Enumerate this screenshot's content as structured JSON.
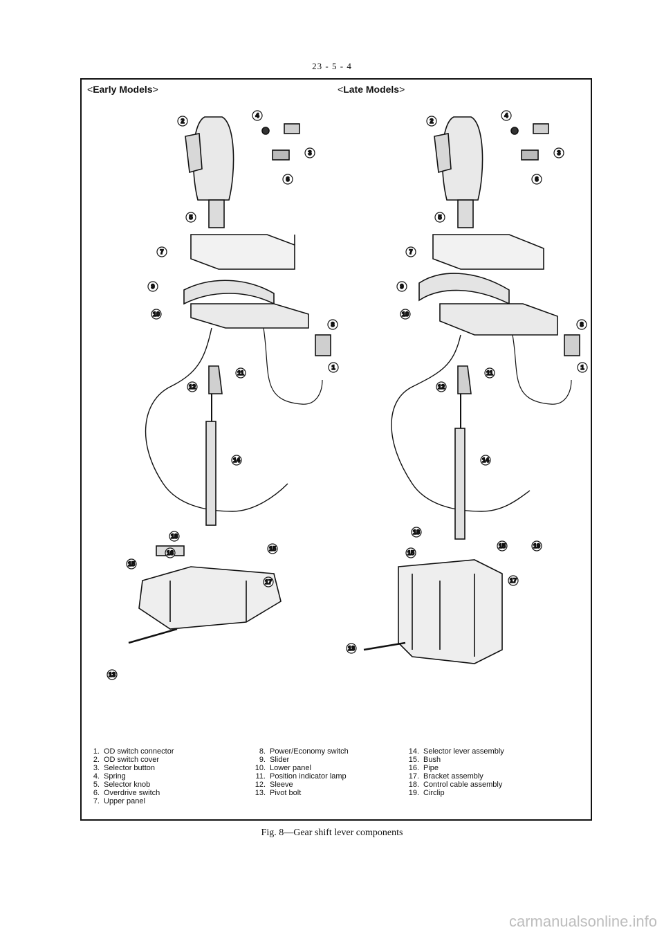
{
  "page_number": "23 - 5 - 4",
  "headings": {
    "early": "Early Models",
    "late": "Late Models"
  },
  "callouts": {
    "early": [
      "2",
      "4",
      "3",
      "6",
      "5",
      "7",
      "9",
      "10",
      "8",
      "1",
      "11",
      "12",
      "14",
      "18",
      "16",
      "15",
      "15",
      "17",
      "13"
    ],
    "late": [
      "2",
      "4",
      "3",
      "6",
      "5",
      "7",
      "9",
      "10",
      "8",
      "1",
      "11",
      "12",
      "14",
      "18",
      "15",
      "19",
      "15",
      "17",
      "13"
    ]
  },
  "legend": {
    "col1": [
      {
        "num": "1.",
        "label": "OD switch connector"
      },
      {
        "num": "2.",
        "label": "OD switch cover"
      },
      {
        "num": "3.",
        "label": "Selector button"
      },
      {
        "num": "4.",
        "label": "Spring"
      },
      {
        "num": "5.",
        "label": "Selector knob"
      },
      {
        "num": "6.",
        "label": "Overdrive switch"
      },
      {
        "num": "7.",
        "label": "Upper panel"
      }
    ],
    "col2": [
      {
        "num": "8.",
        "label": "Power/Economy switch"
      },
      {
        "num": "9.",
        "label": "Slider"
      },
      {
        "num": "10.",
        "label": "Lower panel"
      },
      {
        "num": "11.",
        "label": "Position indicator lamp"
      },
      {
        "num": "12.",
        "label": "Sleeve"
      },
      {
        "num": "13.",
        "label": "Pivot bolt"
      }
    ],
    "col3": [
      {
        "num": "14.",
        "label": "Selector lever assembly"
      },
      {
        "num": "15.",
        "label": "Bush"
      },
      {
        "num": "16.",
        "label": "Pipe"
      },
      {
        "num": "17.",
        "label": "Bracket assembly"
      },
      {
        "num": "18.",
        "label": "Control cable assembly"
      },
      {
        "num": "19.",
        "label": "Circlip"
      }
    ]
  },
  "caption": "Fig. 8—Gear shift lever components",
  "watermark": "carmanualsonline.info"
}
